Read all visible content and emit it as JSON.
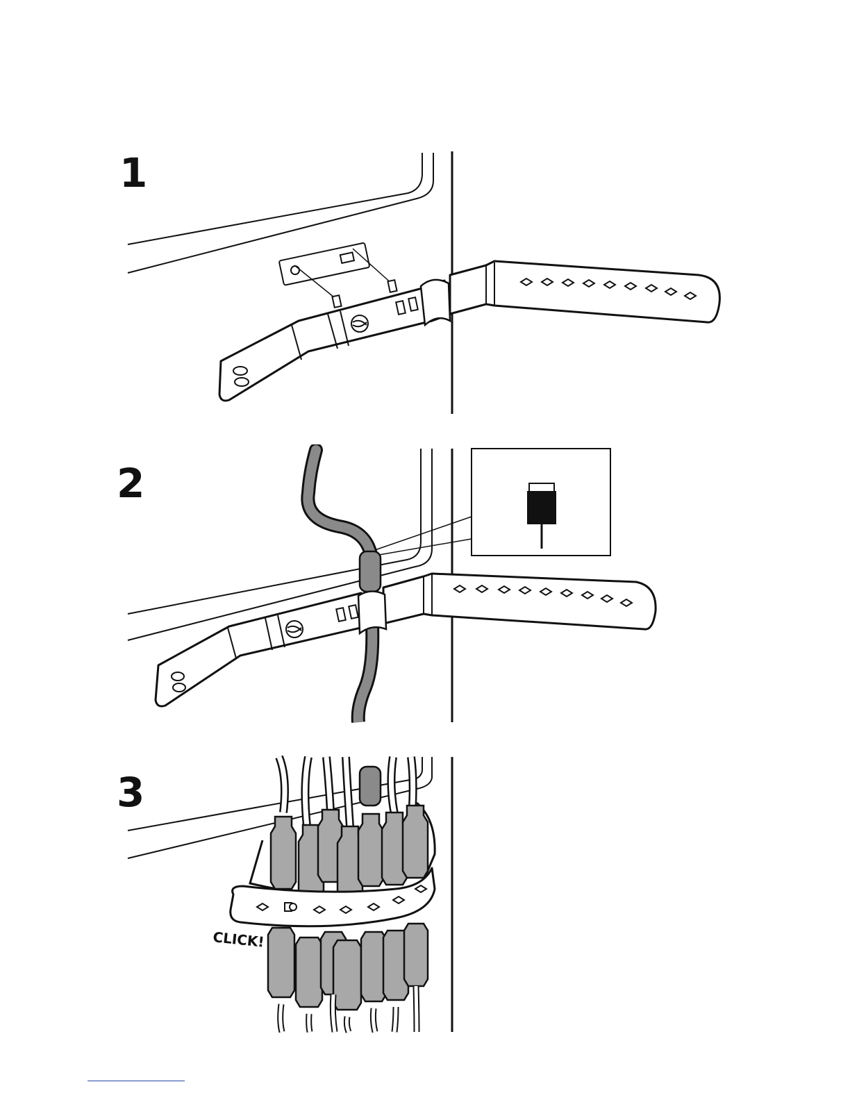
{
  "steps": [
    {
      "number": "1"
    },
    {
      "number": "2"
    },
    {
      "number": "3",
      "callout": "CLICK!"
    }
  ],
  "colors": {
    "line": "#111111",
    "cable_fill": "#8a8a8a",
    "connector_fill": "#a8a8a8",
    "strap_fill": "#ffffff"
  }
}
